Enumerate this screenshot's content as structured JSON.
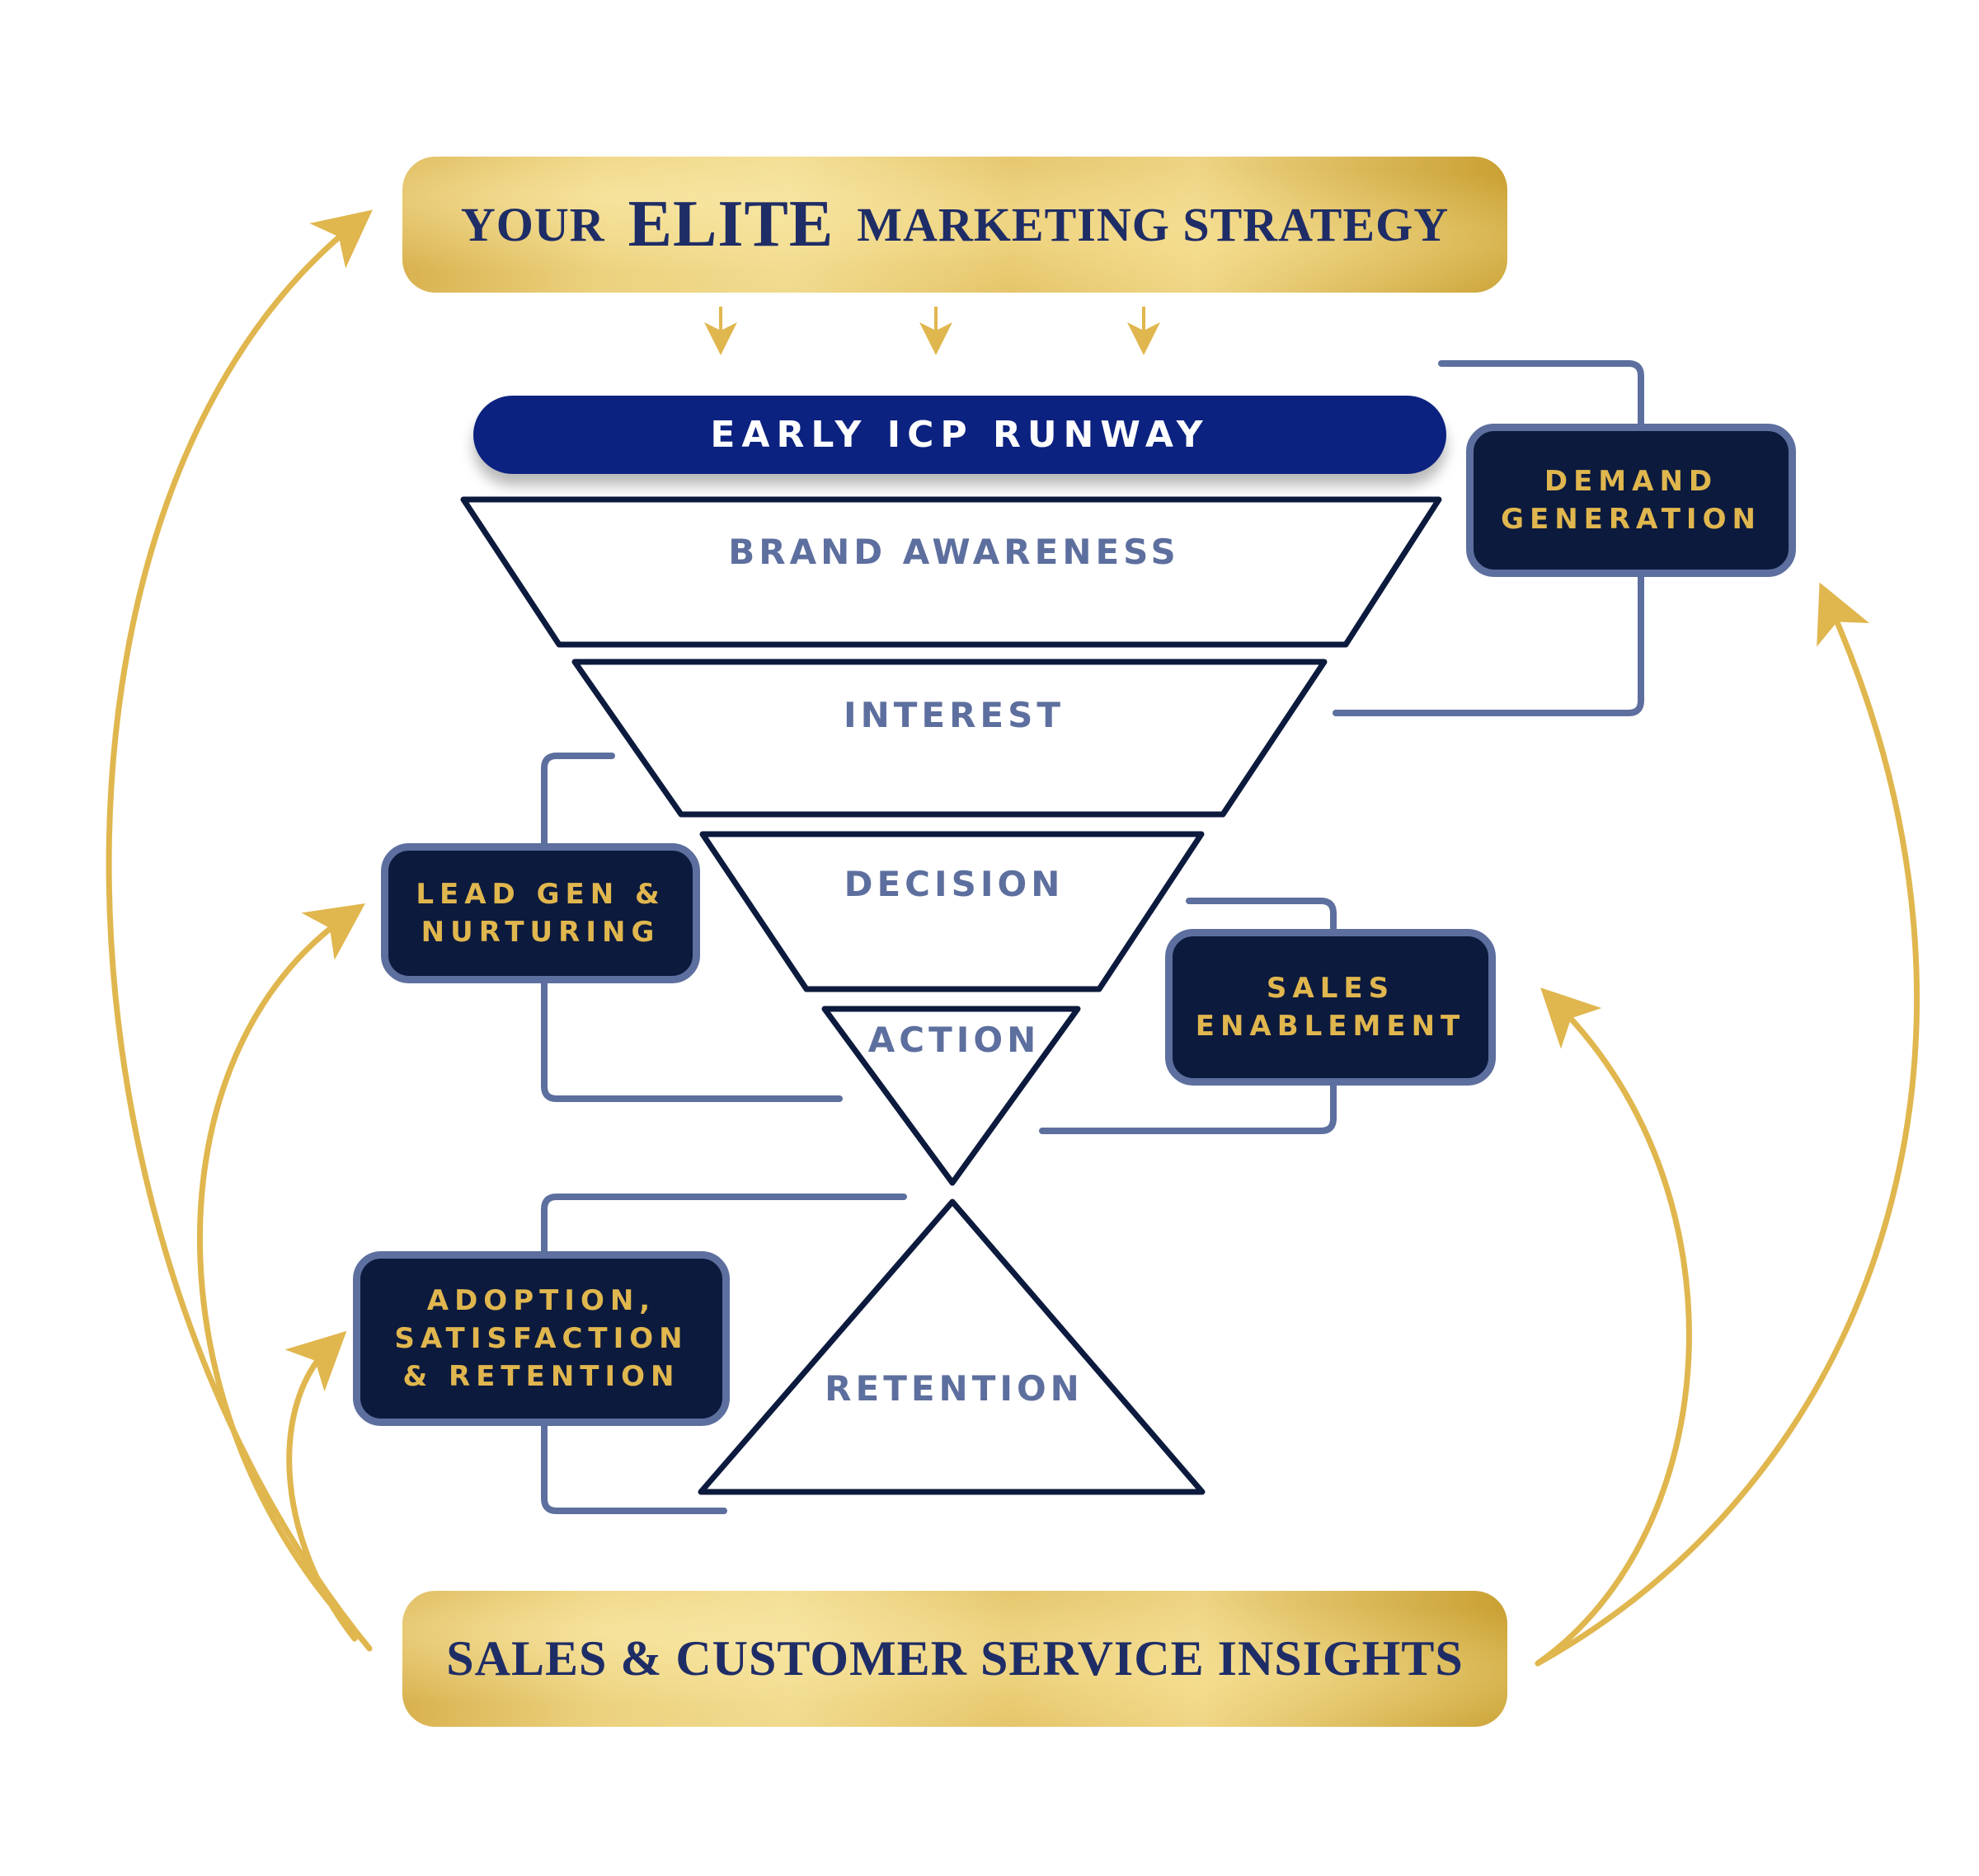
{
  "title": {
    "prefix": "YOUR",
    "emphasis": "ELITE",
    "suffix": "MARKETING STRATEGY"
  },
  "runway": {
    "label": "EARLY ICP RUNWAY"
  },
  "funnel_stages": [
    {
      "id": "brand-awareness",
      "label": "BRAND AWARENESS"
    },
    {
      "id": "interest",
      "label": "INTEREST"
    },
    {
      "id": "decision",
      "label": "DECISION"
    },
    {
      "id": "action",
      "label": "ACTION"
    },
    {
      "id": "retention",
      "label": "RETENTION"
    }
  ],
  "side_boxes": {
    "demand_generation": {
      "lines": [
        "DEMAND",
        "GENERATION"
      ]
    },
    "lead_gen": {
      "lines": [
        "LEAD GEN &",
        "NURTURING"
      ]
    },
    "sales_enablement": {
      "lines": [
        "SALES",
        "ENABLEMENT"
      ]
    },
    "adoption": {
      "lines": [
        "ADOPTION,",
        "SATISFACTION",
        "& RETENTION"
      ]
    }
  },
  "footer": {
    "label": "SALES & CUSTOMER SERVICE INSIGHTS"
  },
  "colors": {
    "gold": "#e0b64e",
    "navy": "#0c1a3d",
    "runway_blue": "#0c2280",
    "slate": "#5d6f9e",
    "funnel_outline": "#0c1a3d"
  }
}
